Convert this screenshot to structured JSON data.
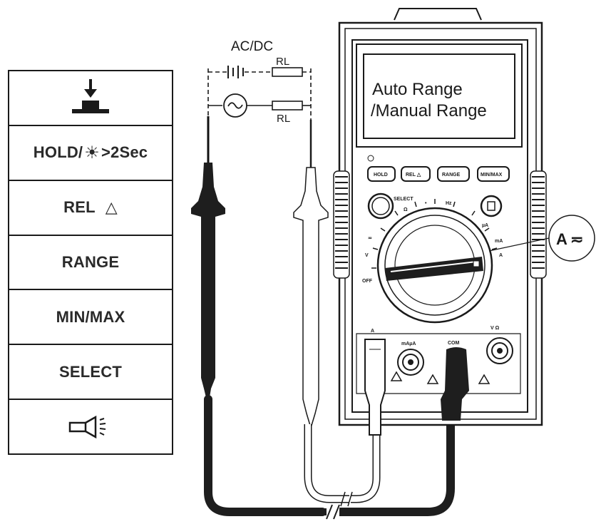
{
  "legend": {
    "items": [
      {
        "icon": "hold-press-icon"
      },
      {
        "label_pre": "HOLD/",
        "sun": "☀",
        "label_post": ">2Sec"
      },
      {
        "label": "REL",
        "symbol": "△"
      },
      {
        "label": "RANGE"
      },
      {
        "label": "MIN/MAX"
      },
      {
        "label": "SELECT"
      },
      {
        "icon": "flashlight-icon"
      }
    ]
  },
  "circuit": {
    "title": "AC/DC",
    "load_top": "RL",
    "load_bottom": "RL"
  },
  "display": {
    "line1": "Auto Range",
    "line2": "/Manual Range"
  },
  "meter": {
    "buttons": [
      "HOLD",
      "REL △",
      "RANGE",
      "MIN/MAX"
    ],
    "select": "SELECT",
    "jacks": {
      "left": "A",
      "middle": "mAµA",
      "com": "COM"
    }
  },
  "callout": {
    "label": "A",
    "symbol": "≂"
  }
}
